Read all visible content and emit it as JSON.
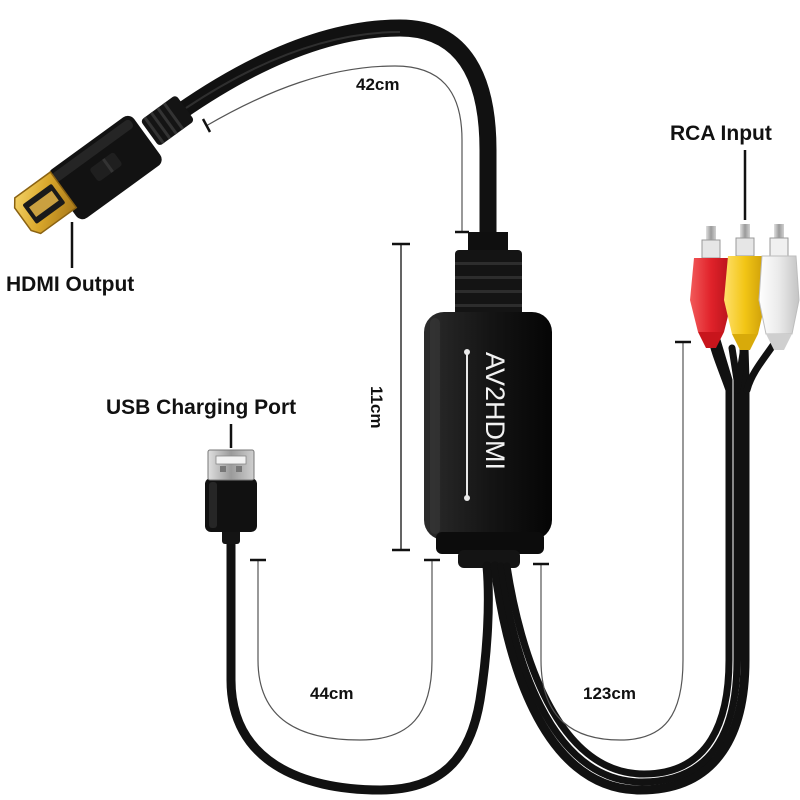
{
  "labels": {
    "hdmi_output": "HDMI Output",
    "rca_input": "RCA Input",
    "usb_charging_port": "USB Charging Port"
  },
  "dimensions": {
    "hdmi_cable": "42cm",
    "usb_cable": "44cm",
    "rca_cable": "123cm",
    "converter_box": "11cm"
  },
  "device": {
    "brand_text": "AV2HDMI"
  },
  "colors": {
    "cable": "#111111",
    "hdmi_gold": "#d9a72b",
    "rca_red": "#e0222a",
    "rca_yellow": "#f2c515",
    "rca_white": "#ececec"
  }
}
